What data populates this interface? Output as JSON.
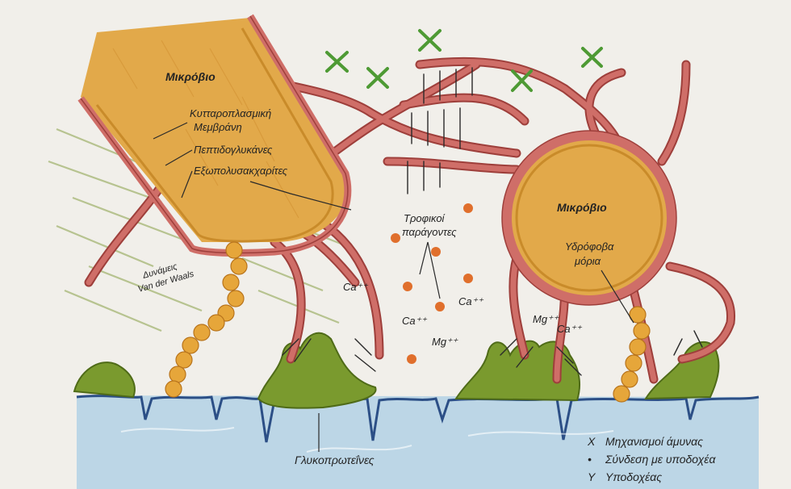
{
  "labels": {
    "microbe_left": "Μικρόβιο",
    "microbe_right": "Μικρόβιο",
    "membrane_1": "Κυτταροπλασμική",
    "membrane_2": "Μεμβράνη",
    "peptidoglycans": "Πεπτιδογλυκάνες",
    "exopolysaccharides": "Εξωπολυσακχαρίτες",
    "vdw_1": "Δυνάμεις",
    "vdw_2": "Van der Waals",
    "trophic_1": "Τροφικοί",
    "trophic_2": "παράγοντες",
    "hydrophobic_1": "Υδρόφοβα",
    "hydrophobic_2": "μόρια",
    "ca_1": "Ca⁺⁺",
    "ca_2": "Ca⁺⁺",
    "ca_3": "Ca⁺⁺",
    "ca_4": "Ca⁺⁺",
    "mg_1": "Mg⁺⁺",
    "mg_2": "Mg⁺⁺",
    "glycoproteins": "Γλυκοπρωτεΐνες"
  },
  "legend": [
    {
      "symbol": "X",
      "text": "Μηχανισμοί άμυνας"
    },
    {
      "symbol": "•",
      "text": "Σύνδεση με υποδοχέα"
    },
    {
      "symbol": "Y",
      "text": "Υποδοχέας"
    }
  ],
  "colors": {
    "microbe_fill": "#e2a94a",
    "microbe_edge": "#c98b2a",
    "fimbria": "#cf6e68",
    "fimbria_dark": "#9e3f3b",
    "glycoprotein": "#7a9a2e",
    "surface": "#bcd6e6",
    "surface_line": "#2c4f86",
    "defense_x": "#4e9a34",
    "bead": "#e6a63a",
    "dot": "#e06f2c"
  }
}
